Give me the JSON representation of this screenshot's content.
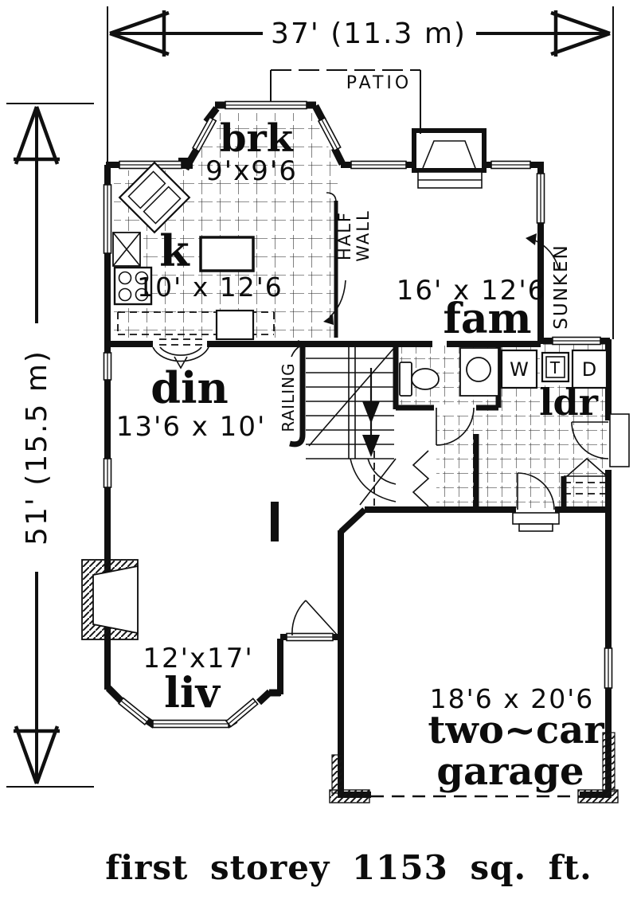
{
  "dimensions": {
    "width": "37' (11.3 m)",
    "depth": "51' (15.5 m)"
  },
  "rooms": {
    "breakfast": {
      "name": "brk",
      "size": "9'x9'6"
    },
    "kitchen": {
      "name": "k",
      "size": "10' x 12'6"
    },
    "family": {
      "name": "fam",
      "size": "16' x 12'6"
    },
    "dining": {
      "name": "din",
      "size": "13'6 x 10'"
    },
    "laundry": {
      "name": "ldr"
    },
    "living": {
      "name": "liv",
      "size": "12'x17'"
    },
    "garage": {
      "name_line1": "two~car",
      "name_line2": "garage",
      "size": "18'6 x 20'6"
    }
  },
  "annotations": {
    "patio": "PATIO",
    "half_wall_line1": "HALF",
    "half_wall_line2": "WALL",
    "sunken": "SUNKEN",
    "railing": "RAILING",
    "washer": "W",
    "tub": "T",
    "dryer": "D"
  },
  "caption": "first storey 1153 sq. ft.",
  "colors": {
    "ink": "#101010",
    "paper": "#ffffff"
  }
}
